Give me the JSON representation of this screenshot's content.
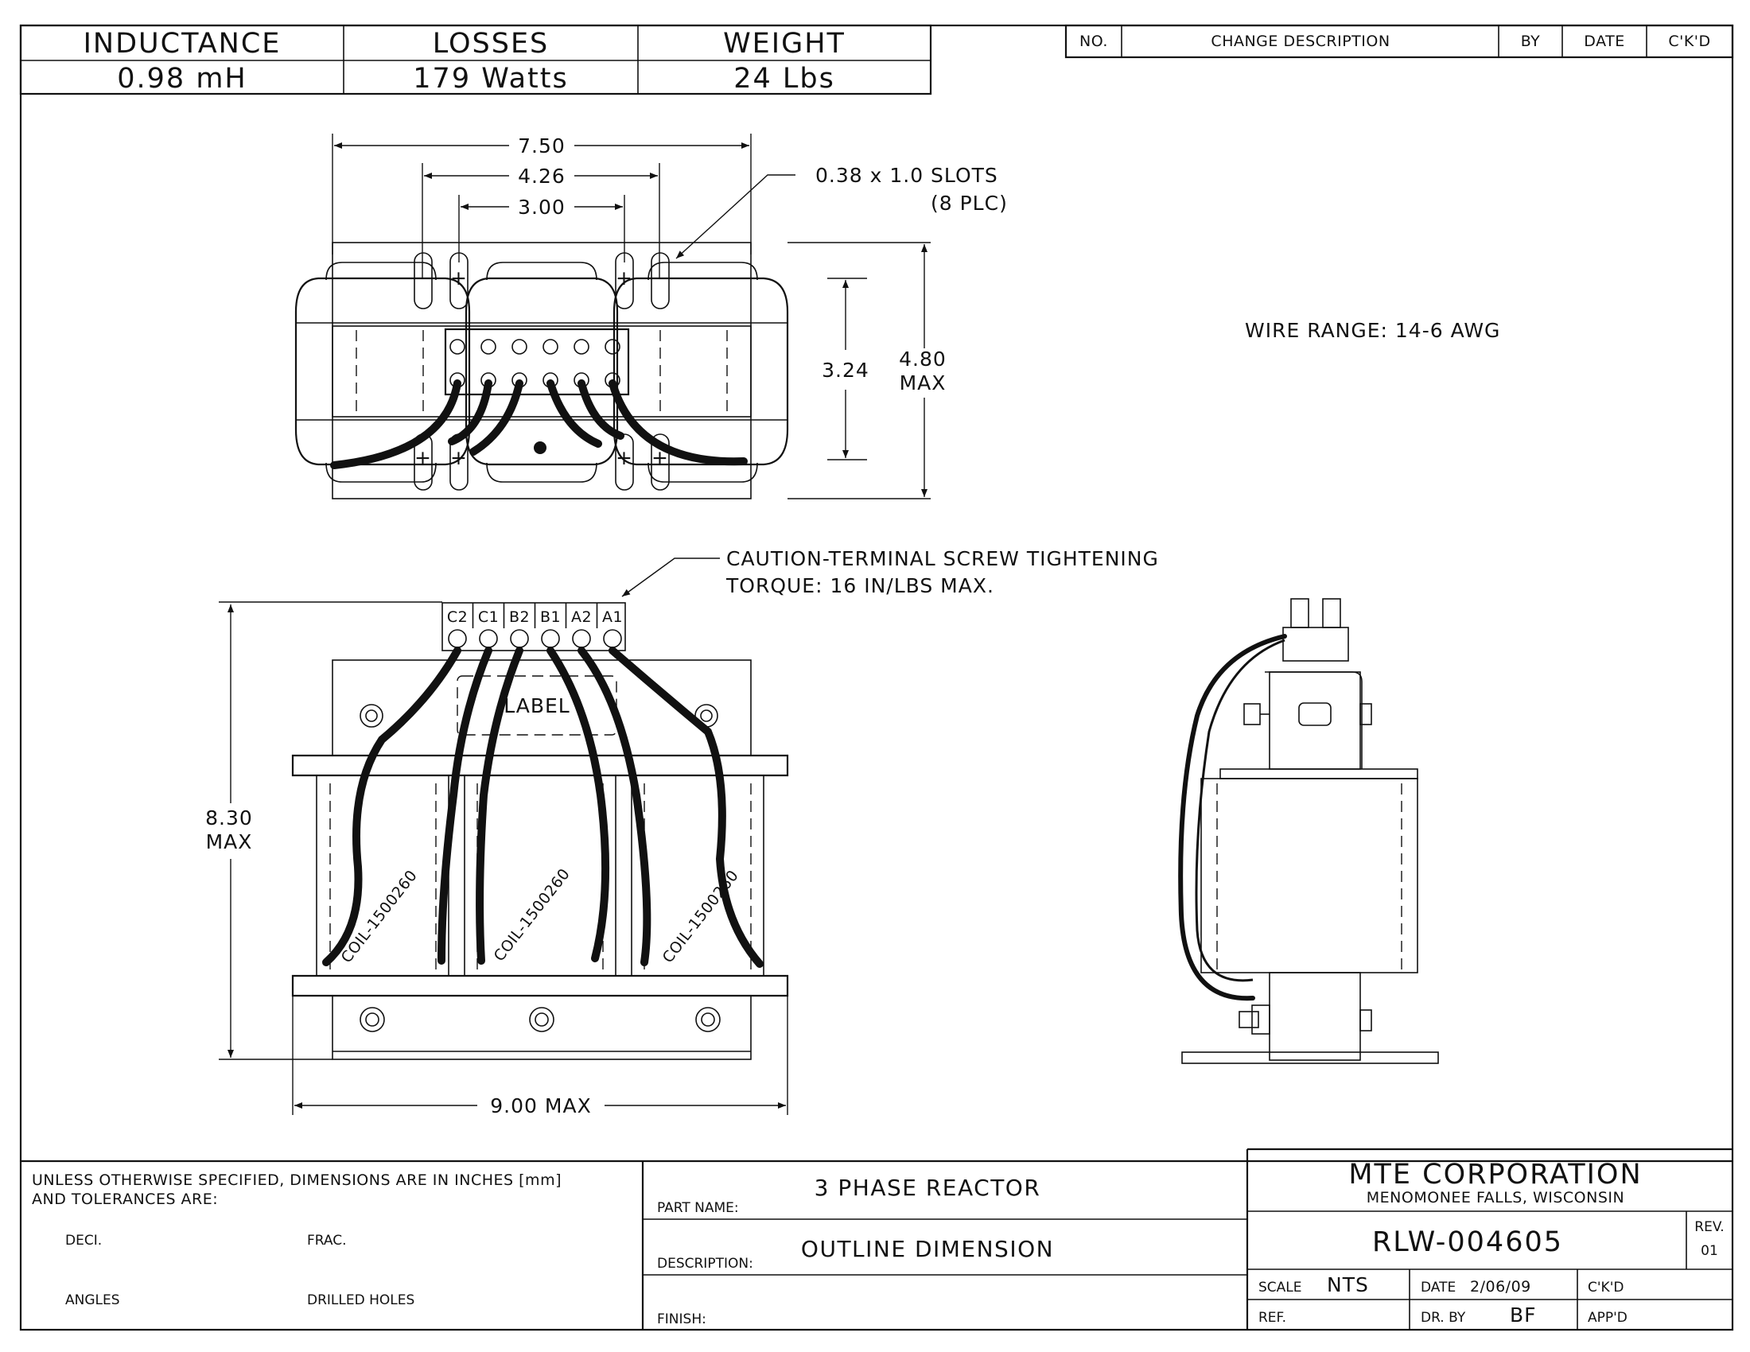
{
  "specs": {
    "headers": [
      "INDUCTANCE",
      "LOSSES",
      "WEIGHT"
    ],
    "values": [
      "0.98 mH",
      "179 Watts",
      "24 Lbs"
    ]
  },
  "revision_table": {
    "headers": [
      "NO.",
      "CHANGE DESCRIPTION",
      "BY",
      "DATE",
      "C'K'D"
    ]
  },
  "top_view": {
    "dim_overall": "7.50",
    "dim_mid": "4.26",
    "dim_inner": "3.00",
    "slots_line1": "0.38 x 1.0 SLOTS",
    "slots_line2": "(8 PLC)",
    "dim_slot_height": "3.24",
    "dim_height_value": "4.80",
    "dim_height_note": "MAX"
  },
  "wire_range": "WIRE RANGE: 14-6 AWG",
  "caution": {
    "line1": "CAUTION-TERMINAL SCREW TIGHTENING",
    "line2": "TORQUE: 16 IN/LBS MAX."
  },
  "front_view": {
    "terminals": [
      "C2",
      "C1",
      "B2",
      "B1",
      "A2",
      "A1"
    ],
    "label": "LABEL",
    "coil_text": "COIL-1500260",
    "dim_height_value": "8.30",
    "dim_height_note": "MAX",
    "dim_width": "9.00 MAX"
  },
  "title_block": {
    "tolerance_note_line1": "UNLESS OTHERWISE SPECIFIED, DIMENSIONS ARE IN INCHES [mm]",
    "tolerance_note_line2": "AND TOLERANCES ARE:",
    "deci_label": "DECI.",
    "frac_label": "FRAC.",
    "angles_label": "ANGLES",
    "drilled_label": "DRILLED HOLES",
    "part_name_label": "PART NAME:",
    "part_name_value": "3 PHASE REACTOR",
    "description_label": "DESCRIPTION:",
    "description_value": "OUTLINE DIMENSION",
    "finish_label": "FINISH:",
    "company": "MTE CORPORATION",
    "location": "MENOMONEE FALLS, WISCONSIN",
    "drawing_number": "RLW-004605",
    "rev_label": "REV.",
    "rev_value": "01",
    "scale_label": "SCALE",
    "scale_value": "NTS",
    "date_label": "DATE",
    "date_value": "2/06/09",
    "ckd_label": "C'K'D",
    "ref_label": "REF.",
    "drby_label": "DR. BY",
    "drby_value": "BF",
    "appd_label": "APP'D"
  }
}
